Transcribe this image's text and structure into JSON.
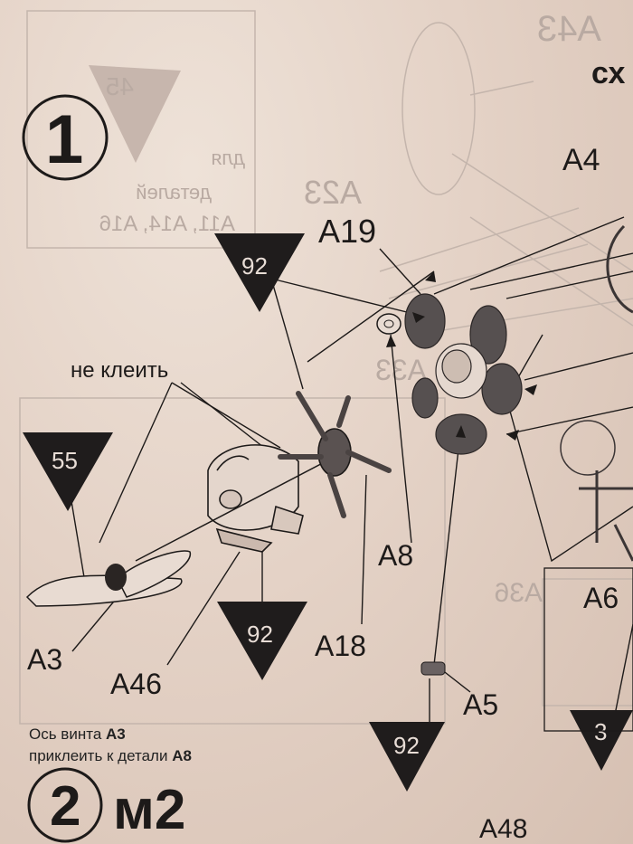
{
  "step": {
    "number": "1",
    "next_number": "2",
    "next_suffix": "м2"
  },
  "show_through": {
    "badge": "45",
    "lines": [
      "для",
      "деталей",
      "A11, A14, A16"
    ],
    "parts": [
      "A43",
      "A23",
      "A33",
      "A36"
    ]
  },
  "header_partial": "сх",
  "labels": {
    "a4": "A4",
    "a19": "A19",
    "do_not_glue": "не клеить",
    "a3": "A3",
    "a46": "A46",
    "a18": "A18",
    "a8": "A8",
    "a5": "A5",
    "a6": "A6",
    "a48": "A48"
  },
  "paint_badges": [
    {
      "id": "badge-92-top",
      "value": "92"
    },
    {
      "id": "badge-55",
      "value": "55"
    },
    {
      "id": "badge-92-mid",
      "value": "92"
    },
    {
      "id": "badge-92-bottom",
      "value": "92"
    },
    {
      "id": "badge-3",
      "value": "3"
    }
  ],
  "note": {
    "line1_text": "Ось винта ",
    "line1_bold": "A3",
    "line2_text": "приклеить к детали ",
    "line2_bold": "A8"
  },
  "colors": {
    "ink": "#1d1a19",
    "paper": "#e4d2c6",
    "badge": "#1f1c1c"
  }
}
